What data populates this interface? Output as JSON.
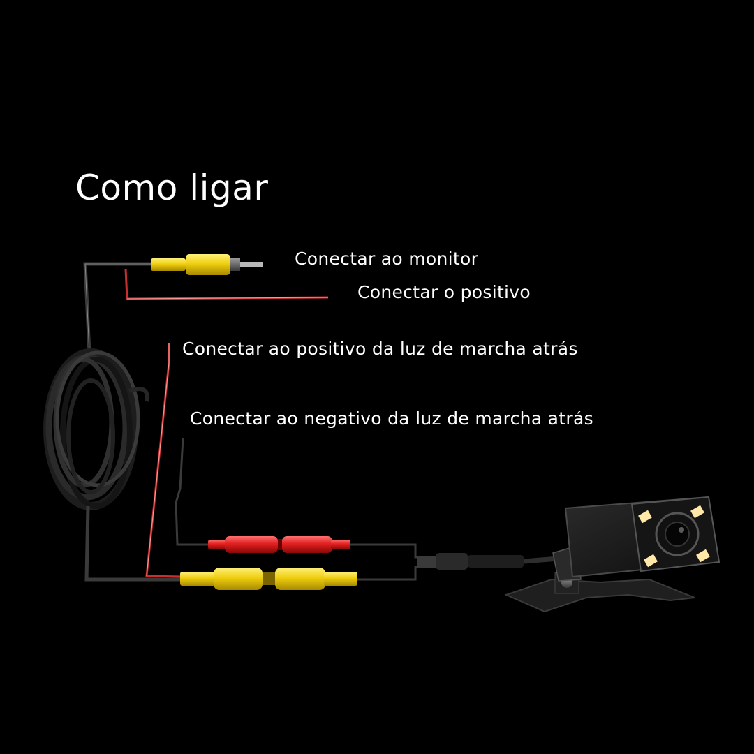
{
  "title": "Como ligar",
  "labels": {
    "monitor": "Conectar ao monitor",
    "positive": "Conectar o positivo",
    "reverse_positive": "Conectar ao positivo da luz de marcha atrás",
    "reverse_negative": "Conectar ao negativo da luz de marcha atrás"
  },
  "colors": {
    "background": "#000000",
    "text": "#ffffff",
    "rca_connector": "#e8c400",
    "power_connector": "#d81e1e",
    "wire_red": "#c8302f",
    "wire_black": "#3a3a3a"
  }
}
